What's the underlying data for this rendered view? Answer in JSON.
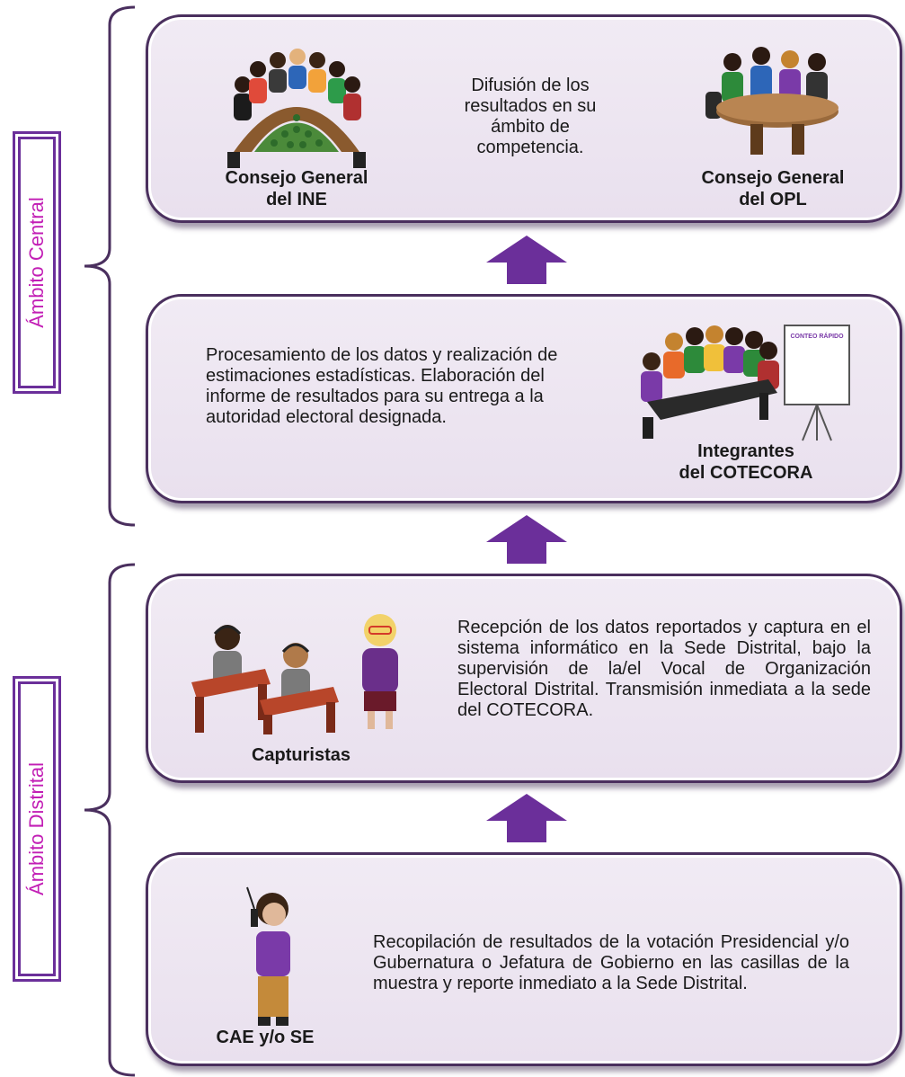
{
  "sections": {
    "central_label": "Ámbito Central",
    "distrital_label": "Ámbito Distrital"
  },
  "box1": {
    "left_label": "Consejo General\ndel INE",
    "text": "Difusión de los resultados en su ámbito de competencia.",
    "right_label": "Consejo General\ndel OPL"
  },
  "box2": {
    "text": "Procesamiento de los datos y realización de estimaciones estadísticas. Elaboración del informe de resultados para su entrega a la autoridad electoral designada.",
    "label": "Integrantes\ndel COTECORA",
    "board_text": "CONTEO RÁPIDO"
  },
  "box3": {
    "label": "Capturistas",
    "text": "Recepción de los datos reportados y captura en el sistema informático en la Sede Distrital, bajo la supervisión de la/el Vocal de Organización Electoral Distrital. Transmisión inmediata a la sede del COTECORA."
  },
  "box4": {
    "label": "CAE y/o SE",
    "text": "Recopilación de resultados de la votación Presidencial y/o Gubernatura o Jefatura de Gobierno en las casillas de la muestra y reporte inmediato a la Sede Distrital."
  },
  "colors": {
    "arrow": "#6b2f9a",
    "box_border": "#4a2f5e",
    "box_fill": "#ece4f0",
    "section_label": "#c21eb5"
  }
}
